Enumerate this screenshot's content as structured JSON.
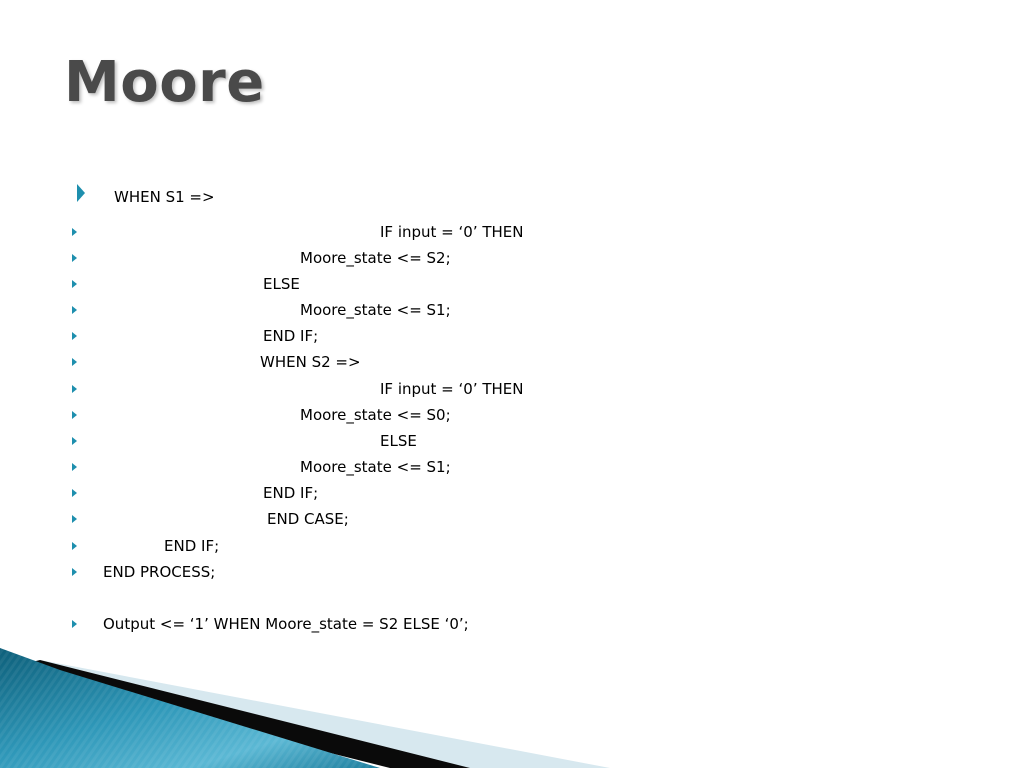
{
  "slide": {
    "title": "Moore",
    "first_line": "WHEN S1 =>",
    "lines": [
      "IF input = ‘0’ THEN",
      "Moore_state <= S2;",
      "ELSE",
      "Moore_state <= S1;",
      "END IF;",
      "WHEN S2 =>",
      "IF input = ‘0’ THEN",
      "Moore_state <= S0;",
      "ELSE",
      "Moore_state <= S1;",
      "END IF;",
      "END CASE;",
      "END IF;",
      "END PROCESS;",
      "Output <= ‘1’ WHEN Moore_state = S2 ELSE ‘0’;"
    ]
  },
  "colors": {
    "bullet": "#1e8fae",
    "title": "#4a4a4a",
    "accent_dark": "#0d5f7a",
    "accent_light": "#5bb8d4"
  },
  "icons": {
    "bullet": "triangle-bullet-icon"
  }
}
